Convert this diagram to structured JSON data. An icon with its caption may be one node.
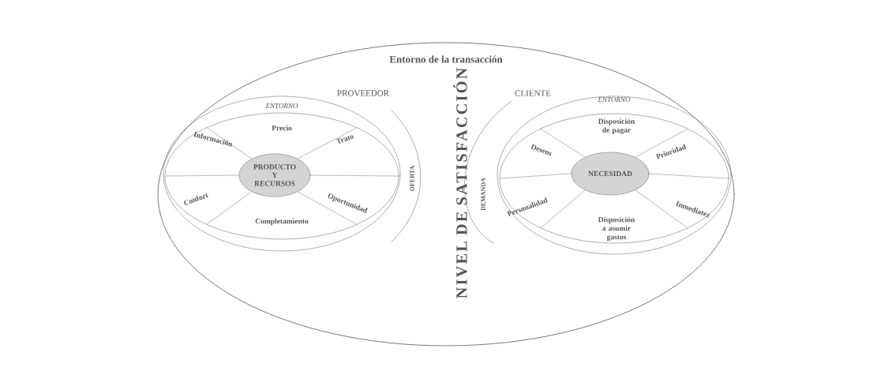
{
  "diagram": {
    "nodes": [
      {
        "text": [
          "Entorno de la transacción"
        ]
      },
      {
        "text": [
          "ENTORNO"
        ],
        "in": 0
      },
      {
        "text": [
          "PRODUCTO Y RECURSOS"
        ],
        "in": 1
      },
      {
        "text": [
          "ENTORNO"
        ],
        "in": 0
      },
      {
        "text": [
          "NECESIDAD"
        ],
        "in": 3
      }
    ],
    "labels": [
      "PROVEEDOR",
      "CLIENTE",
      "NIVEL DE SATISFACCIÓN",
      "Precio",
      "Información",
      "Trato",
      "Confort",
      "Oportunidad",
      "Completamiento",
      "OFERTA",
      "DEMANDA",
      "Disposición de pagar",
      "Deseos",
      "Prioridad",
      "Personalidad",
      "Inmediatez",
      "Disposición a asumir gastos"
    ]
  }
}
